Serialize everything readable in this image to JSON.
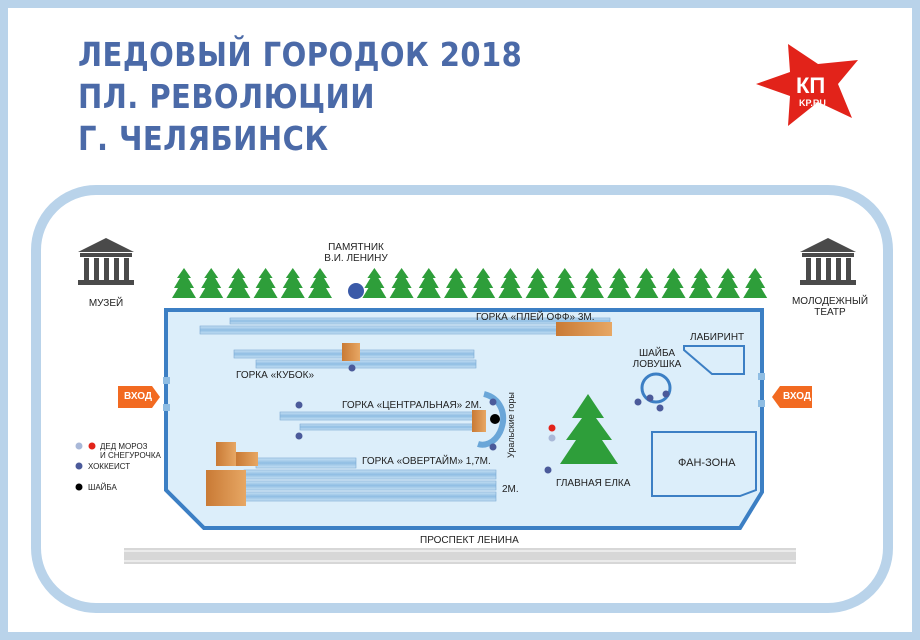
{
  "title_lines": [
    "ЛЕДОВЫЙ ГОРОДОК 2018",
    "ПЛ. РЕВОЛЮЦИИ",
    "Г. ЧЕЛЯБИНСК"
  ],
  "logo": {
    "text_top": "КП",
    "text_bottom": "KP.RU",
    "color": "#e2231a"
  },
  "labels": {
    "monument": "ПАМЯТНИК\nВ.И. ЛЕНИНУ",
    "museum": "МУЗЕЙ",
    "theatre": "МОЛОДЕЖНЫЙ\nТЕАТР",
    "entry_left": "ВХОД",
    "entry_right": "ВХОД",
    "slide_playoff": "ГОРКА «ПЛЕЙ ОФФ» 3М.",
    "slide_cup": "ГОРКА «КУБОК»",
    "slide_central": "ГОРКА «ЦЕНТРАЛЬНАЯ» 2М.",
    "slide_overtime": "ГОРКА «ОВЕРТАЙМ» 1,7М.",
    "overtime_height2": "2М.",
    "ural_mountains": "Уральские горы",
    "labyrinth": "ЛАБИРИНТ",
    "puck_trap": "ШАЙБА\nЛОВУШКА",
    "fan_zone": "ФАН-ЗОНА",
    "main_tree": "ГЛАВНАЯ ЕЛКА",
    "avenue": "ПРОСПЕКТ ЛЕНИНА"
  },
  "legend": [
    {
      "label": "ДЕД МОРОЗ\nИ СНЕГУРОЧКА",
      "colors": [
        "#a9b8d8",
        "#e2231a"
      ]
    },
    {
      "label": "ХОККЕИСТ",
      "colors": [
        "#4b5a9a"
      ]
    },
    {
      "label": "ШАЙБА",
      "colors": [
        "#000000"
      ]
    }
  ],
  "colors": {
    "title": "#4b6aa8",
    "frame": "#b9d3ea",
    "area_fill": "#dceefa",
    "area_stroke": "#3c7fc4",
    "tree": "#2e9e3a",
    "entry": "#f26a21",
    "wood": "#d9914a",
    "slide": "#9ec6e6",
    "road": "#cfcfcf"
  },
  "icons": [
    "building-icon",
    "tree-icon",
    "entry-arrow-icon",
    "monument-icon"
  ]
}
